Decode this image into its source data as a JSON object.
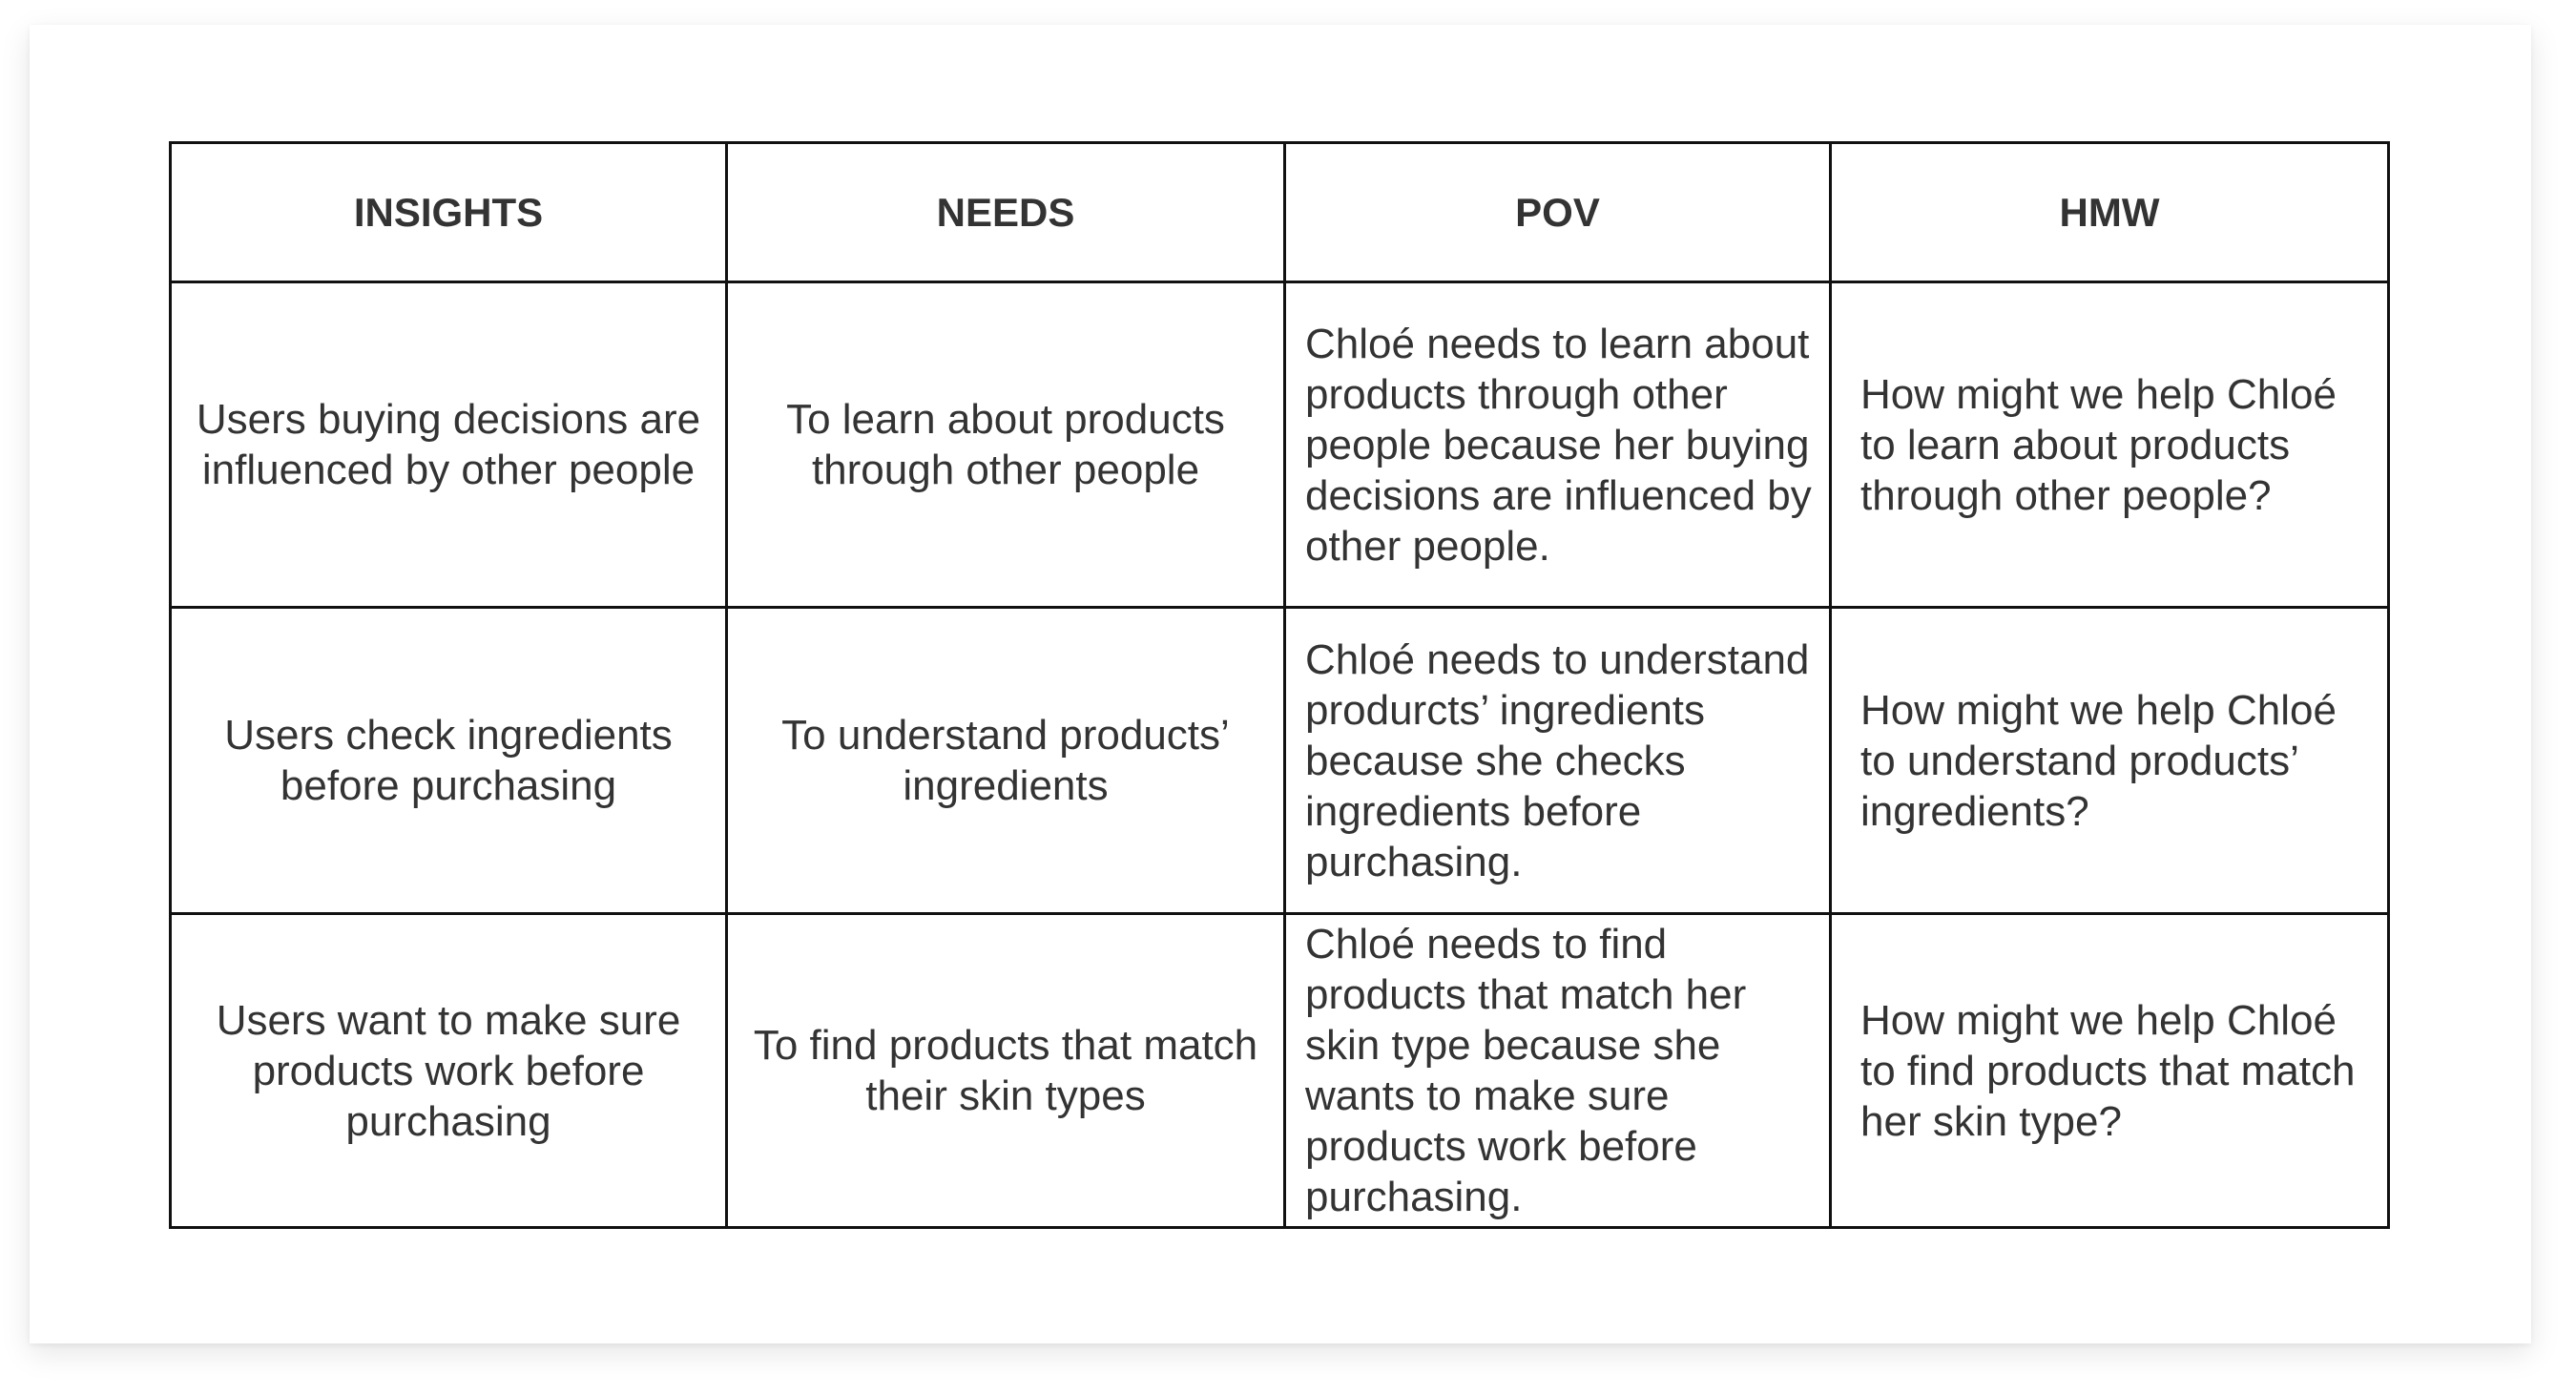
{
  "table": {
    "headers": [
      "INSIGHTS",
      "NEEDS",
      "POV",
      "HMW"
    ],
    "rows": [
      {
        "insight": "Users buying decisions are influenced by other people",
        "need": "To learn about products through other people",
        "pov": "Chloé needs to learn about products through other people because her buying decisions are influenced by other people.",
        "hmw": "How might we help Chloé to learn about products through other people?"
      },
      {
        "insight": "Users check ingredients before purchasing",
        "need": "To understand products’ ingredients",
        "pov": "Chloé needs to understand produrcts’ ingredients because she checks ingredients before purchasing.",
        "hmw": "How might we help Chloé to understand products’ ingredients?"
      },
      {
        "insight": "Users want to make sure products work before purchasing",
        "need": "To find products that match their skin types",
        "pov": "Chloé needs to find products that match her skin type because she wants to make sure products work before purchasing.",
        "hmw": "How might we help Chloé to find products that match her skin type?"
      }
    ]
  }
}
